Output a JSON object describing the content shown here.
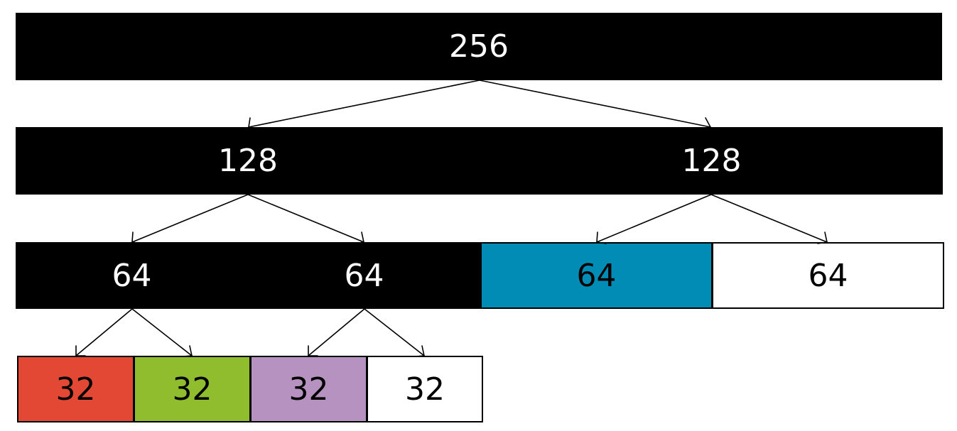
{
  "diagram": {
    "root": {
      "label": "256",
      "fill": "#000000",
      "text_color": "#ffffff"
    },
    "level1": [
      {
        "label": "128",
        "fill": "#000000",
        "text_color": "#ffffff"
      },
      {
        "label": "128",
        "fill": "#000000",
        "text_color": "#ffffff"
      }
    ],
    "level2": [
      {
        "label": "64",
        "fill": "#000000",
        "text_color": "#ffffff"
      },
      {
        "label": "64",
        "fill": "#000000",
        "text_color": "#ffffff"
      },
      {
        "label": "64",
        "fill": "#008cb4",
        "text_color": "#000000"
      },
      {
        "label": "64",
        "fill": "#ffffff",
        "text_color": "#000000"
      }
    ],
    "level3": [
      {
        "label": "32",
        "fill": "#e24834",
        "text_color": "#000000"
      },
      {
        "label": "32",
        "fill": "#8fbd2e",
        "text_color": "#000000"
      },
      {
        "label": "32",
        "fill": "#b592c0",
        "text_color": "#000000"
      },
      {
        "label": "32",
        "fill": "#ffffff",
        "text_color": "#000000"
      }
    ],
    "line_color": "#000000"
  }
}
